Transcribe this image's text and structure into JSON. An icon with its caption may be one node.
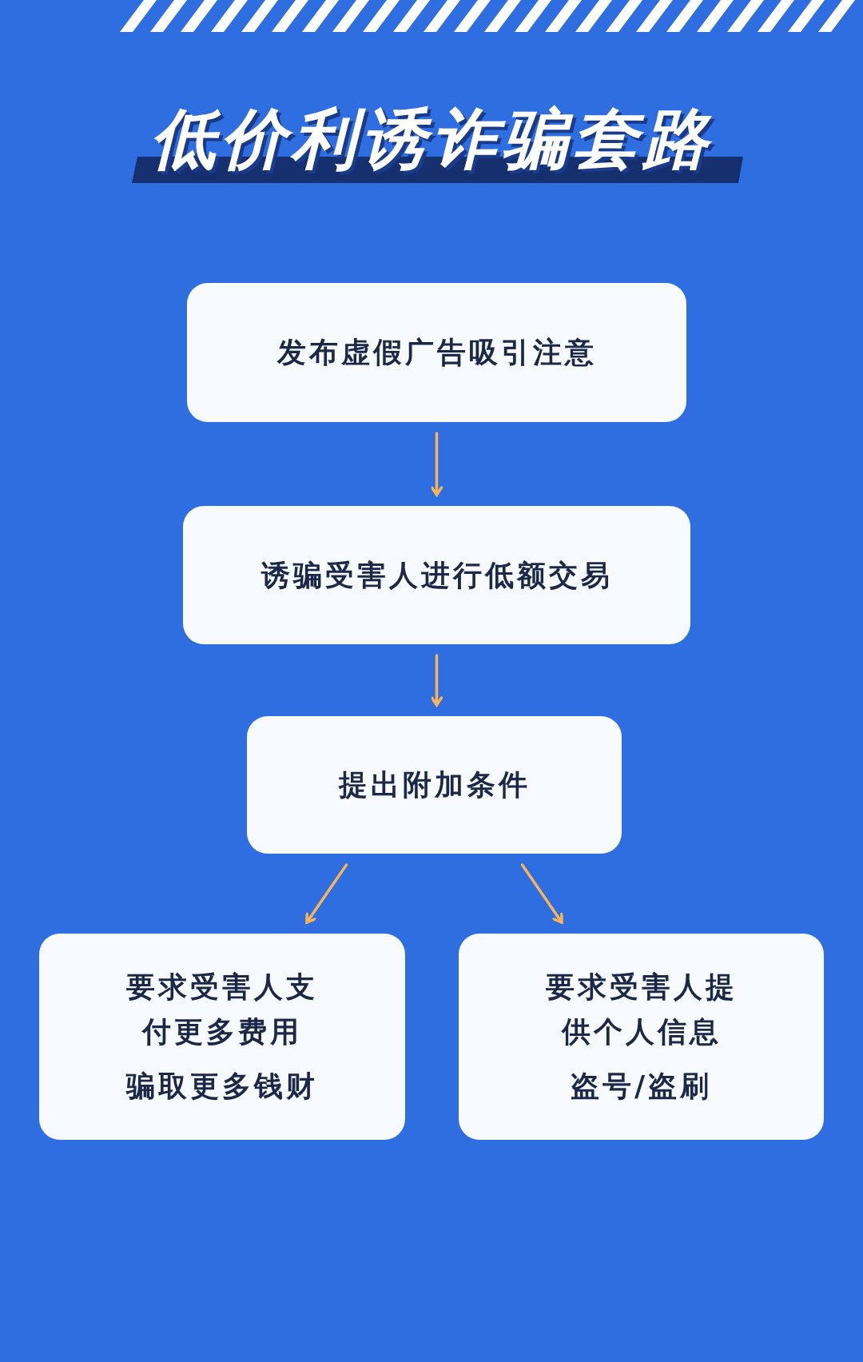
{
  "diagram": {
    "title": "低价利诱诈骗套路",
    "nodes": [
      {
        "text": [
          "发布虚假广告吸引注意"
        ]
      },
      {
        "text": [
          "诱骗受害人进行低额交易"
        ]
      },
      {
        "text": [
          "提出附加条件"
        ]
      },
      {
        "text": [
          "要求受害人支付更多费用",
          "骗取更多钱财"
        ]
      },
      {
        "text": [
          "要求受害人提供个人信息",
          "盗号/盗刷"
        ]
      }
    ],
    "edges": [
      {
        "from": 0,
        "to": 1,
        "arrow": "to"
      },
      {
        "from": 1,
        "to": 2,
        "arrow": "to"
      },
      {
        "from": 2,
        "to": 3,
        "arrow": "to"
      },
      {
        "from": 2,
        "to": 4,
        "arrow": "to"
      }
    ]
  }
}
